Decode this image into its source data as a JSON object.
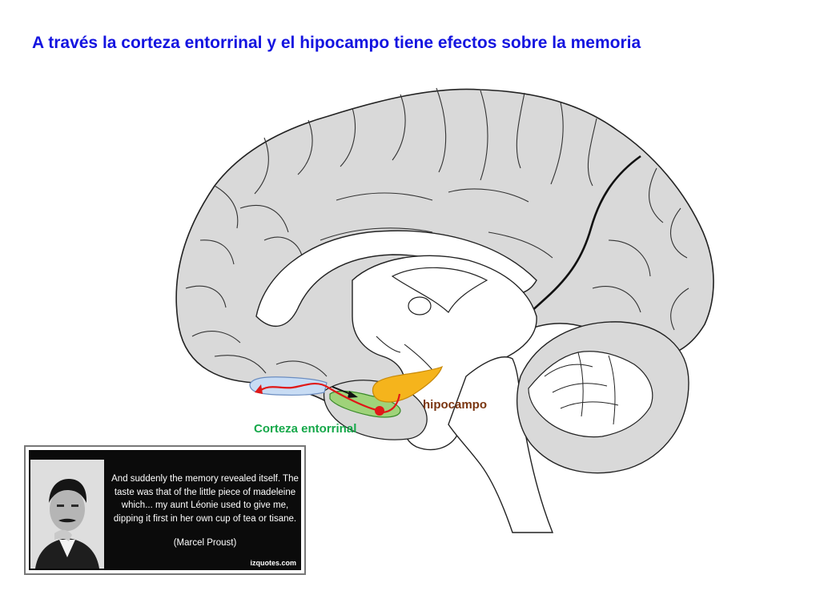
{
  "slide": {
    "title": "A través la corteza entorrinal y el hipocampo tiene efectos sobre la memoria"
  },
  "labels": {
    "hippocampus": "hipocampo",
    "entorhinal_cortex": "Corteza entorrinal"
  },
  "quote": {
    "text": "And suddenly the memory revealed itself. The taste was that of the little piece of madeleine which... my aunt Léonie used to give me, dipping it first in her own cup of tea or tisane.",
    "author": "(Marcel Proust)",
    "source": "izquotes.com"
  },
  "colors": {
    "title": "#1414e0",
    "hippocampus_fill": "#f5b41c",
    "entorhinal_fill": "#9fd37a",
    "olfactory_fill": "#c8dcf4",
    "pathway": "#e01818",
    "hippocampus_label": "#7a3510",
    "entorhinal_label": "#16a84a"
  }
}
